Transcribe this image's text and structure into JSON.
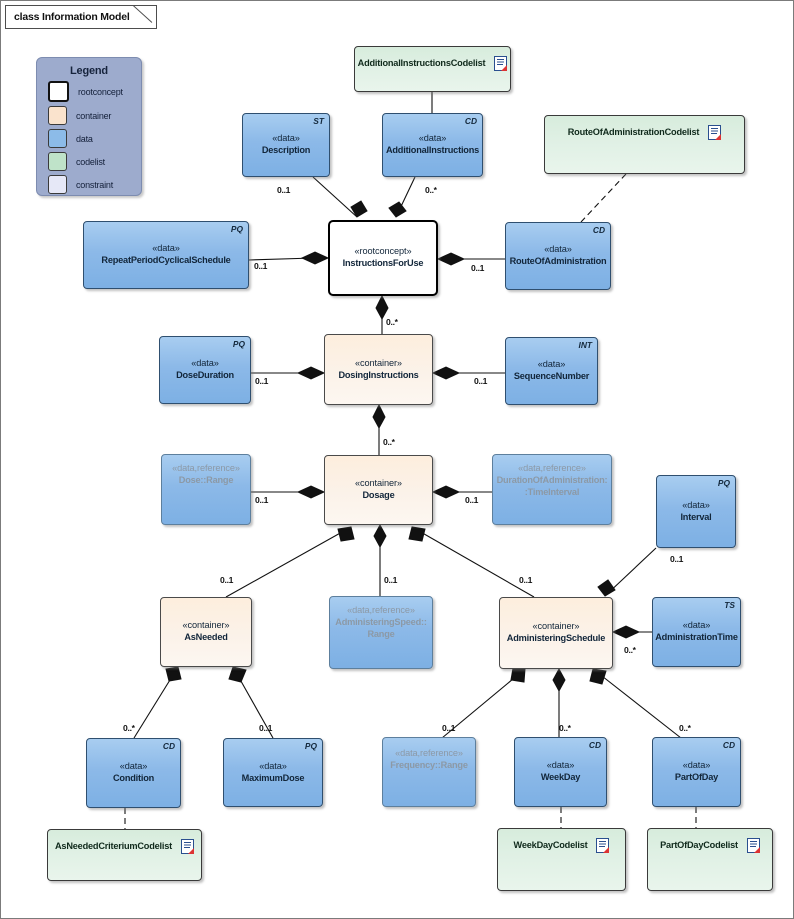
{
  "diagram": {
    "frame_title": "class Information Model",
    "legend": {
      "title": "Legend",
      "items": [
        {
          "label": "rootconcept",
          "color": "#ffffff"
        },
        {
          "label": "container",
          "color": "#fae3cd"
        },
        {
          "label": "data",
          "color": "#8cbbe8"
        },
        {
          "label": "codelist",
          "color": "#bfe3c9"
        },
        {
          "label": "constraint",
          "color": "#e6e8f7"
        }
      ]
    },
    "nodes": [
      {
        "id": "additional-instructions-codelist",
        "name": "AdditionalInstructionsCodelist",
        "stereotype": "",
        "tag": "",
        "kind": "codelist"
      },
      {
        "id": "route-of-administration-codelist",
        "name": "RouteOfAdministrationCodelist",
        "stereotype": "",
        "tag": "",
        "kind": "codelist"
      },
      {
        "id": "description",
        "name": "Description",
        "stereotype": "«data»",
        "tag": "ST",
        "kind": "data"
      },
      {
        "id": "additional-instructions",
        "name": "AdditionalInstructions",
        "stereotype": "«data»",
        "tag": "CD",
        "kind": "data"
      },
      {
        "id": "repeat-period-cyclical-schedule",
        "name": "RepeatPeriodCyclicalSchedule",
        "stereotype": "«data»",
        "tag": "PQ",
        "kind": "data"
      },
      {
        "id": "instructions-for-use",
        "name": "InstructionsForUse",
        "stereotype": "«rootconcept»",
        "tag": "",
        "kind": "rootconcept"
      },
      {
        "id": "route-of-administration",
        "name": "RouteOfAdministration",
        "stereotype": "«data»",
        "tag": "CD",
        "kind": "data"
      },
      {
        "id": "dose-duration",
        "name": "DoseDuration",
        "stereotype": "«data»",
        "tag": "PQ",
        "kind": "data"
      },
      {
        "id": "dosing-instructions",
        "name": "DosingInstructions",
        "stereotype": "«container»",
        "tag": "",
        "kind": "container"
      },
      {
        "id": "sequence-number",
        "name": "SequenceNumber",
        "stereotype": "«data»",
        "tag": "INT",
        "kind": "data"
      },
      {
        "id": "dose-range",
        "name": "Dose::Range",
        "stereotype": "«data,reference»",
        "tag": "",
        "kind": "reference"
      },
      {
        "id": "dosage",
        "name": "Dosage",
        "stereotype": "«container»",
        "tag": "",
        "kind": "container"
      },
      {
        "id": "duration-of-administration-timeinterval",
        "name": "DurationOfAdministration:\n:TimeInterval",
        "stereotype": "«data,reference»",
        "tag": "",
        "kind": "reference"
      },
      {
        "id": "interval",
        "name": "Interval",
        "stereotype": "«data»",
        "tag": "PQ",
        "kind": "data"
      },
      {
        "id": "as-needed",
        "name": "AsNeeded",
        "stereotype": "«container»",
        "tag": "",
        "kind": "container"
      },
      {
        "id": "administering-speed-range",
        "name": "AdministeringSpeed::\nRange",
        "stereotype": "«data,reference»",
        "tag": "",
        "kind": "reference"
      },
      {
        "id": "administering-schedule",
        "name": "AdministeringSchedule",
        "stereotype": "«container»",
        "tag": "",
        "kind": "container"
      },
      {
        "id": "administration-time",
        "name": "AdministrationTime",
        "stereotype": "«data»",
        "tag": "TS",
        "kind": "data"
      },
      {
        "id": "condition",
        "name": "Condition",
        "stereotype": "«data»",
        "tag": "CD",
        "kind": "data"
      },
      {
        "id": "maximum-dose",
        "name": "MaximumDose",
        "stereotype": "«data»",
        "tag": "PQ",
        "kind": "data"
      },
      {
        "id": "frequency-range",
        "name": "Frequency::Range",
        "stereotype": "«data,reference»",
        "tag": "",
        "kind": "reference"
      },
      {
        "id": "week-day",
        "name": "WeekDay",
        "stereotype": "«data»",
        "tag": "CD",
        "kind": "data"
      },
      {
        "id": "part-of-day",
        "name": "PartOfDay",
        "stereotype": "«data»",
        "tag": "CD",
        "kind": "data"
      },
      {
        "id": "as-needed-criterium-codelist",
        "name": "AsNeededCriteriumCodelist",
        "stereotype": "",
        "tag": "",
        "kind": "codelist"
      },
      {
        "id": "week-day-codelist",
        "name": "WeekDayCodelist",
        "stereotype": "",
        "tag": "",
        "kind": "codelist"
      },
      {
        "id": "part-of-day-codelist",
        "name": "PartOfDayCodelist",
        "stereotype": "",
        "tag": "",
        "kind": "codelist"
      }
    ],
    "multiplicities": [
      {
        "id": "m-description",
        "text": "0..1"
      },
      {
        "id": "m-additional-instructions",
        "text": "0..*"
      },
      {
        "id": "m-repeat-period",
        "text": "0..1"
      },
      {
        "id": "m-route-of-administration",
        "text": "0..1"
      },
      {
        "id": "m-dosing-instructions",
        "text": "0..*"
      },
      {
        "id": "m-dose-duration",
        "text": "0..1"
      },
      {
        "id": "m-sequence-number",
        "text": "0..1"
      },
      {
        "id": "m-dosage",
        "text": "0..*"
      },
      {
        "id": "m-dose-range",
        "text": "0..1"
      },
      {
        "id": "m-duration-of-administration",
        "text": "0..1"
      },
      {
        "id": "m-as-needed",
        "text": "0..1"
      },
      {
        "id": "m-administering-speed",
        "text": "0..1"
      },
      {
        "id": "m-administering-schedule",
        "text": "0..1"
      },
      {
        "id": "m-interval",
        "text": "0..1"
      },
      {
        "id": "m-administration-time",
        "text": "0..*"
      },
      {
        "id": "m-condition",
        "text": "0..*"
      },
      {
        "id": "m-maximum-dose",
        "text": "0..1"
      },
      {
        "id": "m-frequency-range",
        "text": "0..1"
      },
      {
        "id": "m-week-day",
        "text": "0..*"
      },
      {
        "id": "m-part-of-day",
        "text": "0..*"
      }
    ]
  }
}
